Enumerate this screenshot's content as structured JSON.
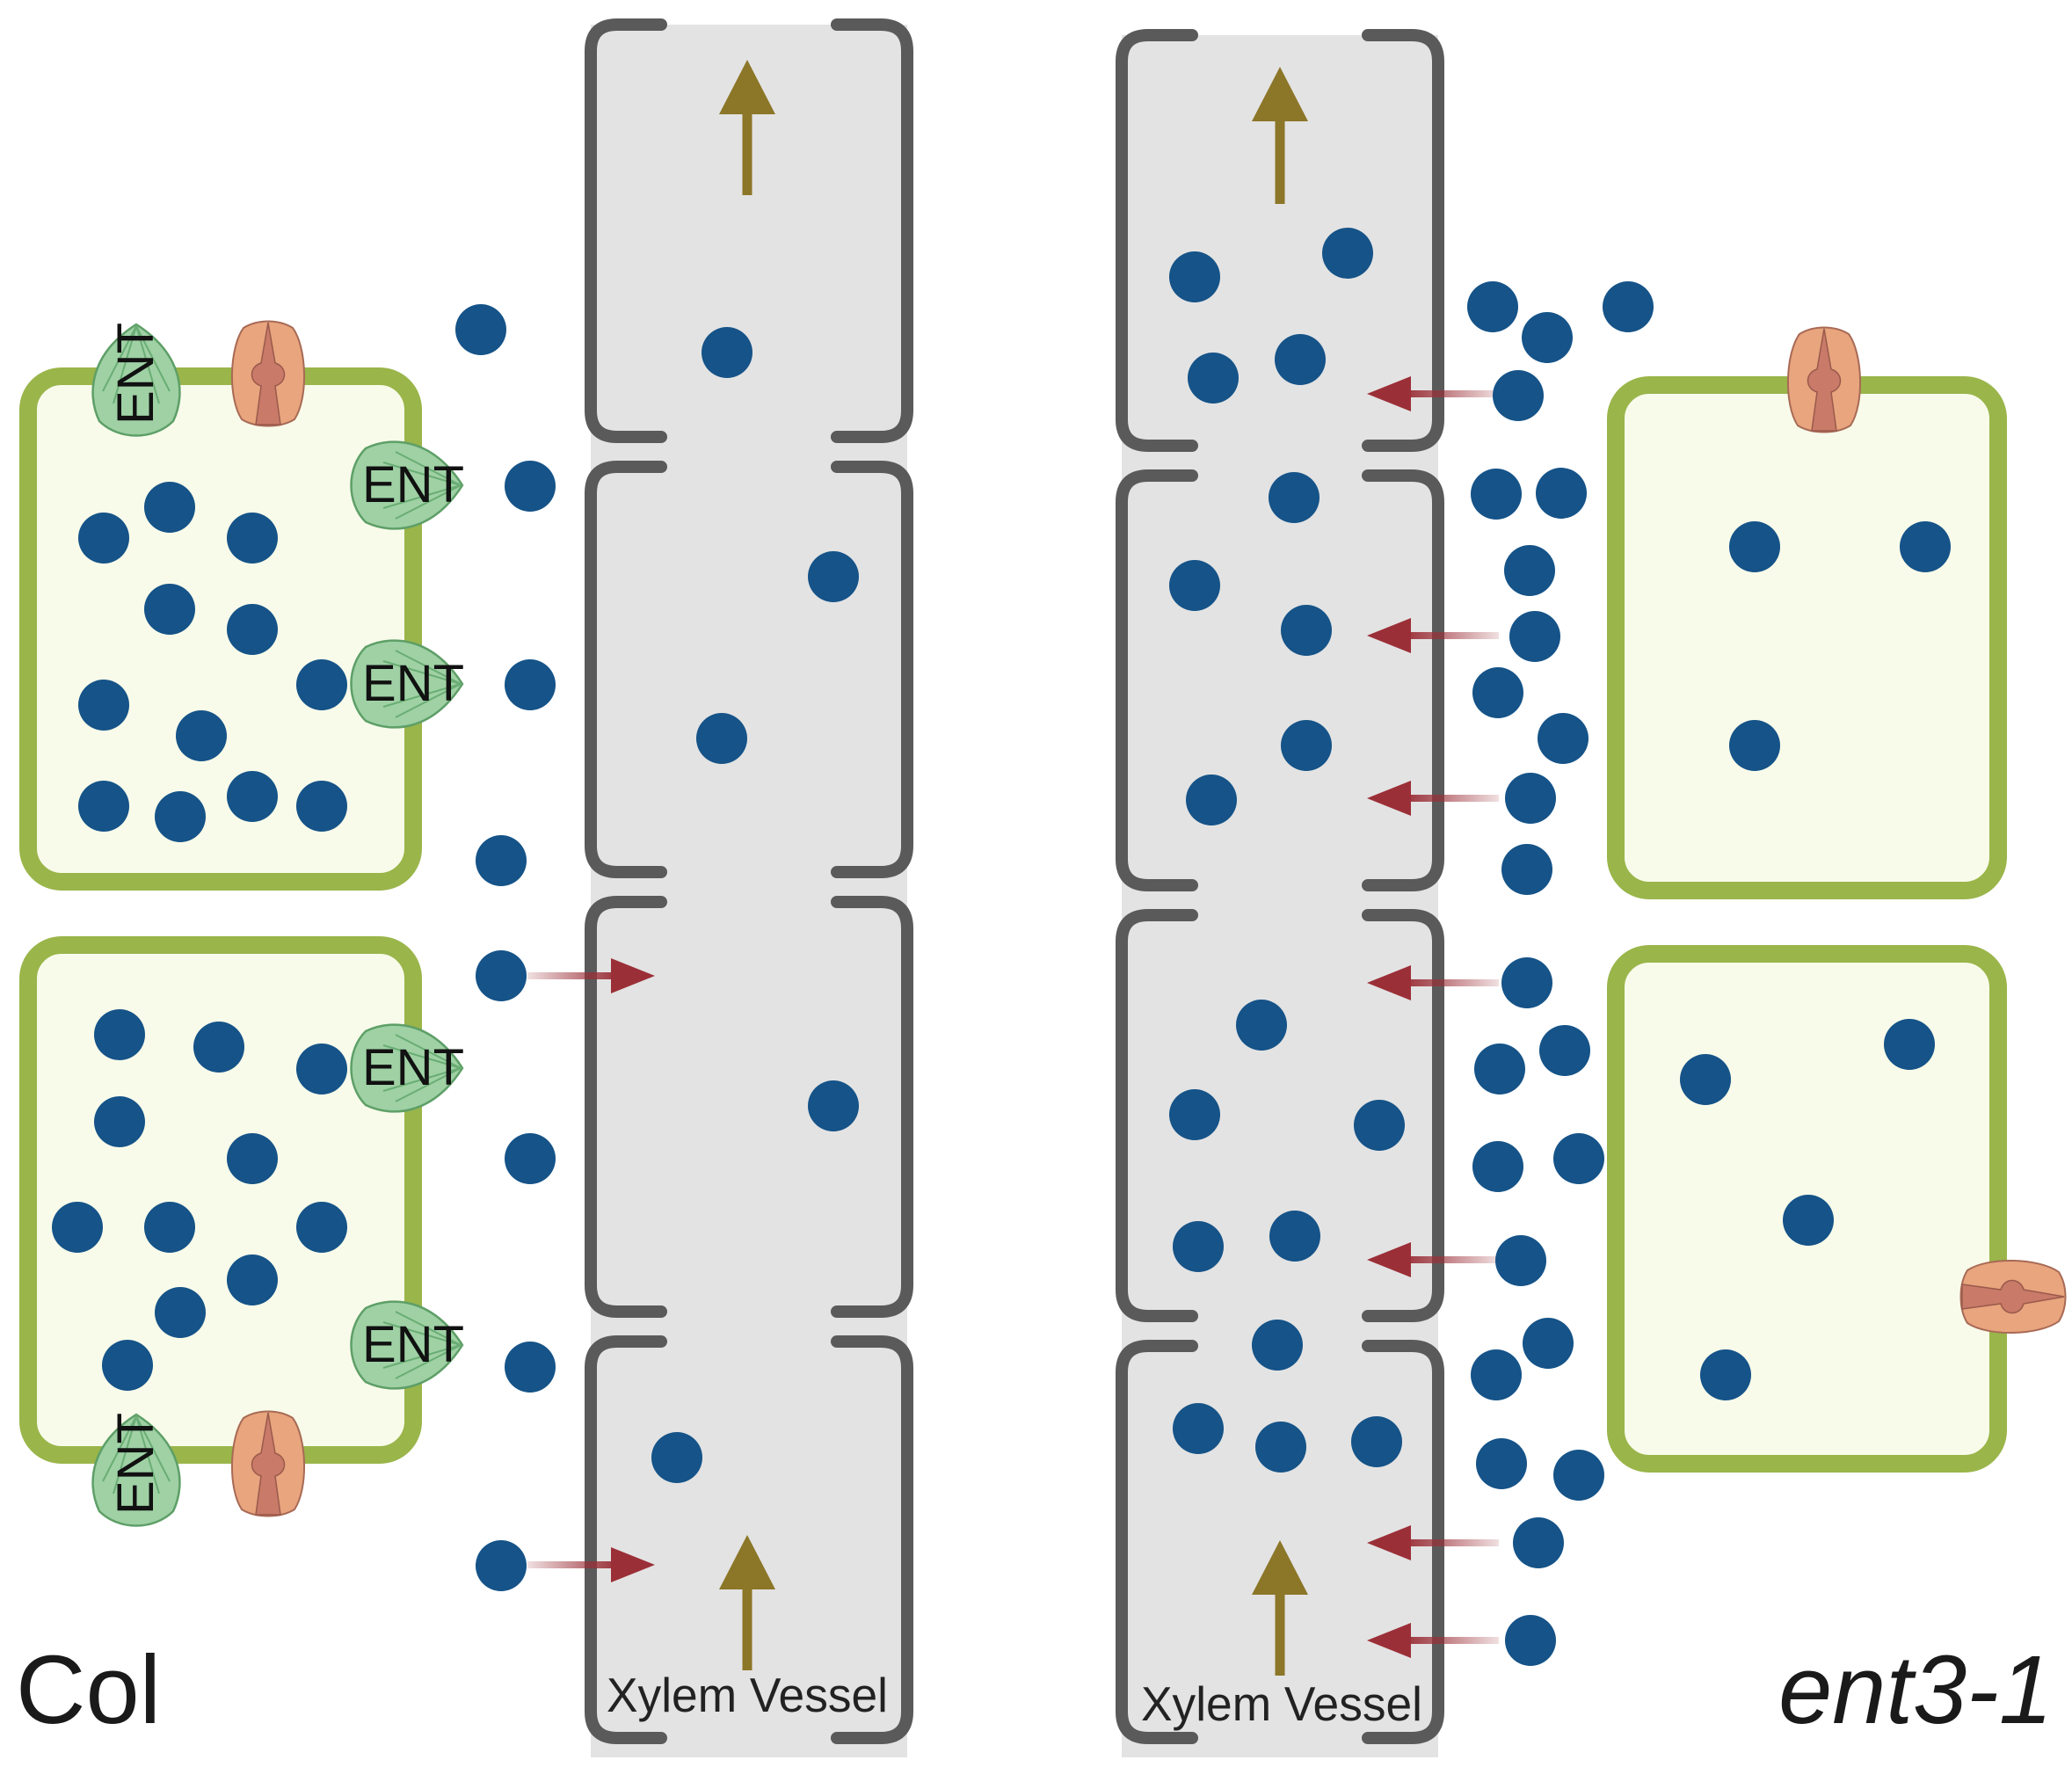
{
  "colors": {
    "cell_wall": "#9ab54a",
    "cell_fill": "#f8fbea",
    "molecule": "#155388",
    "vessel_wall": "#5a5a5a",
    "vessel_fill": "#e3e3e3",
    "flow_arrow": "#8c7628",
    "transport_arrow": "#9b2f37",
    "transporter_fill": "#9fd1a5",
    "transporter_stroke": "#5e9f67",
    "channel_fill": "#e8a57e",
    "channel_core": "#c97a68"
  },
  "icons": {
    "molecule": "filled-circle",
    "transporter": "ENT-transporter-protein",
    "channel": "channel-protein",
    "flow": "upward-flow-arrow",
    "transport": "transport-arrow"
  },
  "labels": {
    "transporter": "ENT",
    "vessel": "Xylem Vessel",
    "left_genotype": "Col",
    "right_genotype": "ent3-1"
  }
}
